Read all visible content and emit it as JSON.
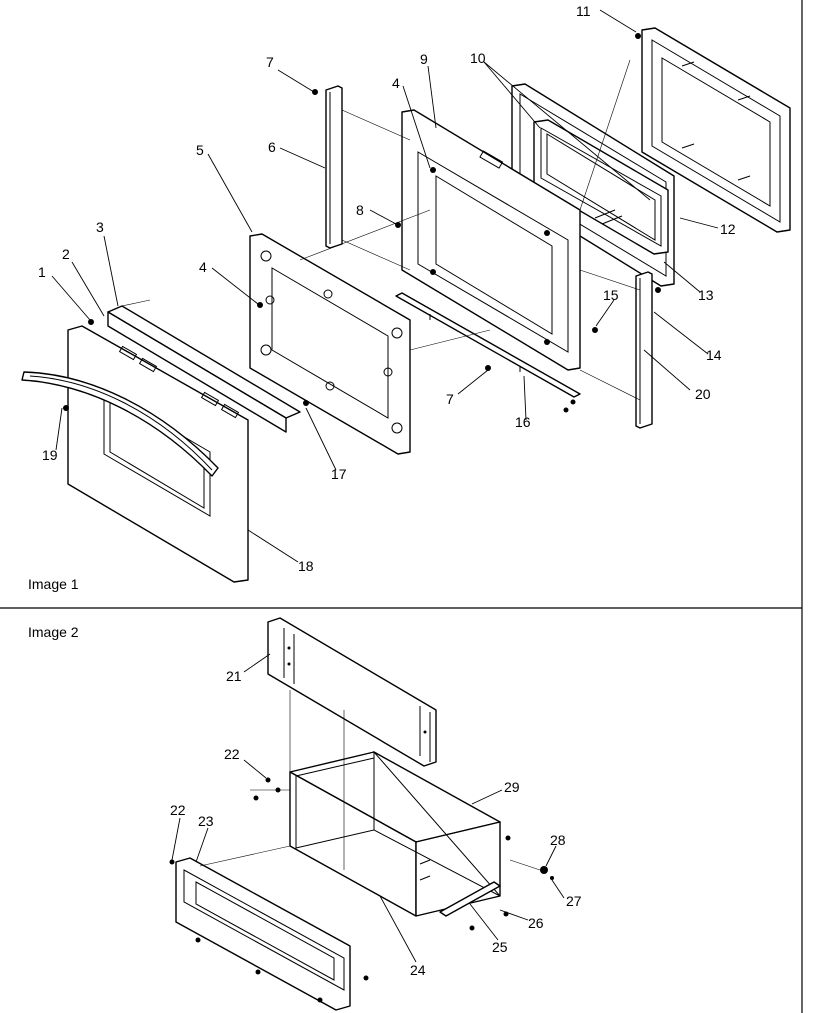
{
  "panels": [
    {
      "label": "Image 1"
    },
    {
      "label": "Image 2"
    }
  ],
  "callouts_image1": [
    "1",
    "2",
    "3",
    "4",
    "4",
    "5",
    "6",
    "7",
    "7",
    "8",
    "9",
    "10",
    "11",
    "12",
    "13",
    "14",
    "15",
    "16",
    "17",
    "18",
    "19",
    "20"
  ],
  "callouts_image2": [
    "21",
    "22",
    "22",
    "23",
    "24",
    "25",
    "26",
    "27",
    "28",
    "29"
  ]
}
